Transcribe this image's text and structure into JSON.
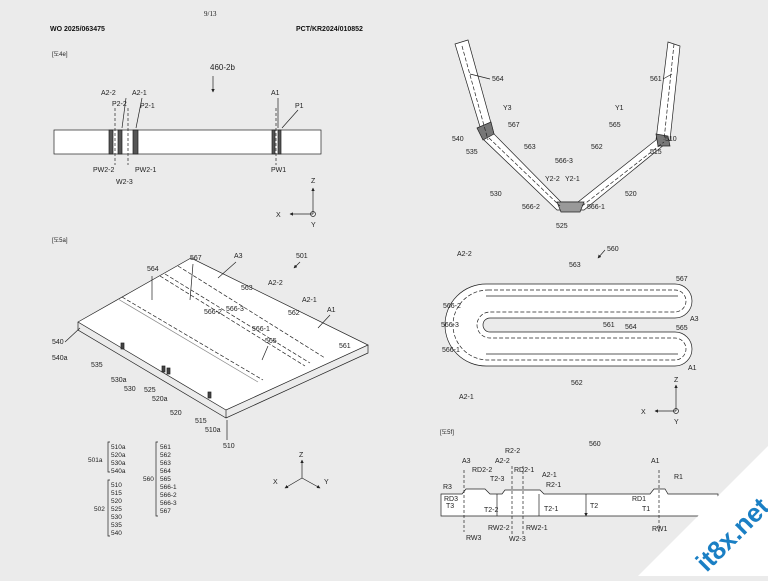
{
  "header": {
    "left": "WO 2025/063475",
    "page": "9/13",
    "right": "PCT/KR2024/010852"
  },
  "fig4e": {
    "caption": "[도4e]",
    "ref": "460-2b",
    "labels": {
      "a22": "A2-2",
      "a21": "A2-1",
      "p22": "P2-2",
      "p21": "P2-1",
      "a1": "A1",
      "p1": "P1",
      "pw22": "PW2-2",
      "pw21": "PW2-1",
      "w23": "W2-3",
      "pw1": "PW1"
    },
    "axes": {
      "z": "Z",
      "x": "X",
      "y": "Y"
    }
  },
  "fig5a": {
    "caption": "[도5a]",
    "ref": "501",
    "labels": {
      "l564": "564",
      "l567": "567",
      "a3": "A3",
      "l563": "563",
      "a22": "A2-2",
      "a21": "A2-1",
      "l5662": "566-2",
      "l5663": "566-3",
      "l562": "562",
      "a1": "A1",
      "l5661": "566-1",
      "l565": "565",
      "l561": "561",
      "l540": "540",
      "l540a": "540a",
      "l535": "535",
      "l530a": "530a",
      "l530": "530",
      "l525": "525",
      "l520a": "520a",
      "l520": "520",
      "l515": "515",
      "l510a": "510a",
      "l510": "510"
    },
    "legend": {
      "g501a": {
        "label": "501a",
        "items": [
          "510a",
          "520a",
          "530a",
          "540a"
        ]
      },
      "g502": {
        "label": "502",
        "items": [
          "510",
          "515",
          "520",
          "525",
          "530",
          "535",
          "540"
        ]
      },
      "g560": {
        "label": "560",
        "items": [
          "561",
          "562",
          "563",
          "564",
          "565",
          "566-1",
          "566-2",
          "566-3",
          "567"
        ]
      }
    },
    "axes": {
      "z": "Z",
      "x": "X",
      "y": "Y"
    }
  },
  "figV": {
    "labels": {
      "l564": "564",
      "l561": "561",
      "l540": "540",
      "l510": "510",
      "y3": "Y3",
      "y1": "Y1",
      "l567": "567",
      "l565": "565",
      "l535": "535",
      "l515": "515",
      "l563": "563",
      "l562": "562",
      "l5663": "566-3",
      "y22": "Y2-2",
      "y21": "Y2-1",
      "l530": "530",
      "l520": "520",
      "l5662": "566-2",
      "l5661": "566-1",
      "l525": "525"
    }
  },
  "figU": {
    "ref": "560",
    "labels": {
      "a22": "A2-2",
      "l563": "563",
      "l567": "567",
      "l5662": "566-2",
      "l5663": "566-3",
      "l561": "561",
      "l564": "564",
      "a3": "A3",
      "l565": "565",
      "l5661": "566-1",
      "a1": "A1",
      "l562": "562",
      "a21": "A2-1"
    },
    "axes": {
      "z": "Z",
      "x": "X",
      "y": "Y"
    }
  },
  "fig5f": {
    "caption": "[도5f]",
    "ref": "560",
    "labels": {
      "r22": "R2-2",
      "a3": "A3",
      "a22": "A2-2",
      "rd22": "RD2-2",
      "rd21": "RD2-1",
      "t23": "T2-3",
      "a21": "A2-1",
      "a1": "A1",
      "r1": "R1",
      "r3": "R3",
      "r21": "R2-1",
      "rd3": "RD3",
      "t3": "T3",
      "t22": "T2-2",
      "t21": "T2-1",
      "t2": "T2",
      "rd1": "RD1",
      "t1": "T1",
      "rw3": "RW3",
      "rw22": "RW2-2",
      "rw21": "RW2-1",
      "w23": "W2-3",
      "rw1": "RW1"
    }
  },
  "watermark": {
    "text": "it8x.net",
    "color": "#1a7fc4"
  }
}
